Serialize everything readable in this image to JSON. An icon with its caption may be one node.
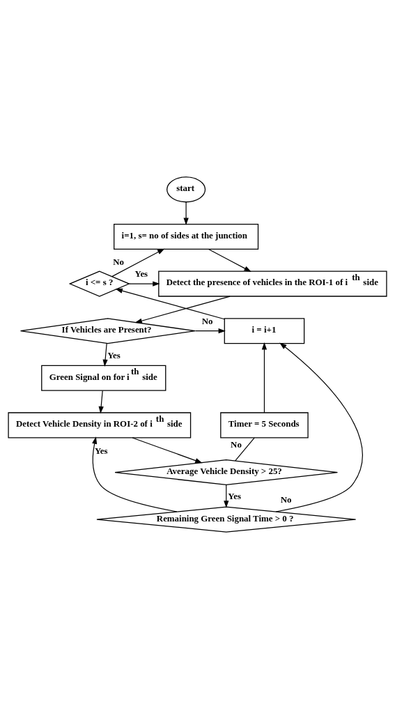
{
  "diagram": {
    "nodes": [
      {
        "text": [
          "start"
        ]
      },
      {
        "text": [
          "i=1, s= no of sides at the junction"
        ]
      },
      {
        "text": [
          "i <= s ?"
        ]
      },
      {
        "text": [
          "Detect the presence of vehicles in the ROI-1 of i$^{th}$ side"
        ]
      },
      {
        "text": [
          "If Vehicles are Present?"
        ]
      },
      {
        "text": [
          "i = i+1"
        ]
      },
      {
        "text": [
          "Green Signal on for i$^{th}$ side"
        ]
      },
      {
        "text": [
          "Detect Vehicle Density in ROI-2 of i$^{th}$ side"
        ]
      },
      {
        "text": [
          "Timer = 5 Seconds"
        ]
      },
      {
        "text": [
          "Average Vehicle Density > 25?"
        ]
      },
      {
        "text": [
          "Remaining Green Signal Time > 0 ?"
        ]
      }
    ],
    "edges": [
      {
        "from": 0,
        "to": 1,
        "arrow": "to"
      },
      {
        "from": 1,
        "to": 3,
        "arrow": "to"
      },
      {
        "from": 2,
        "to": 1,
        "arrow": "to",
        "label": "No"
      },
      {
        "from": 2,
        "to": 3,
        "arrow": "to",
        "label": "Yes"
      },
      {
        "from": 3,
        "to": 4,
        "arrow": "to"
      },
      {
        "from": 4,
        "to": 5,
        "arrow": "to",
        "label": "No"
      },
      {
        "from": 4,
        "to": 6,
        "arrow": "to",
        "label": "Yes"
      },
      {
        "from": 6,
        "to": 7,
        "arrow": "to"
      },
      {
        "from": 7,
        "to": 9,
        "arrow": "to"
      },
      {
        "from": 9,
        "to": 8,
        "arrow": "none",
        "label": "No"
      },
      {
        "from": 8,
        "to": 5,
        "arrow": "to"
      },
      {
        "from": 5,
        "to": 2,
        "arrow": "to"
      },
      {
        "from": 9,
        "to": 10,
        "arrow": "to",
        "label": "Yes"
      },
      {
        "from": 10,
        "to": 5,
        "arrow": "to",
        "label": "No"
      },
      {
        "from": 10,
        "to": 7,
        "arrow": "to",
        "label": "Yes"
      }
    ]
  }
}
